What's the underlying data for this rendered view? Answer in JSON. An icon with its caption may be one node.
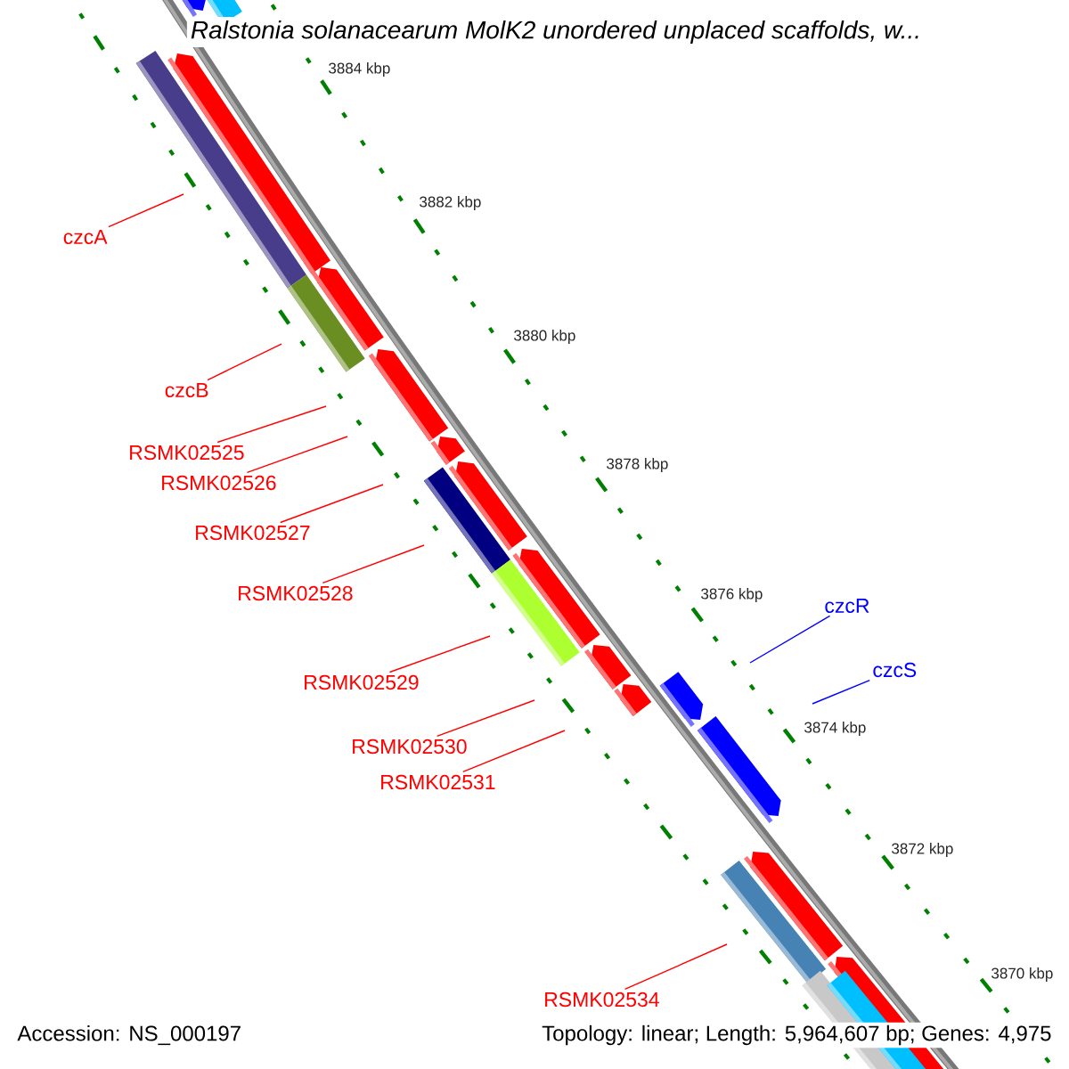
{
  "diagram": {
    "title": "*Ralstonia solanacearum MolK2 unordered unplaced scaffolds, w...*",
    "nodes": [
      {
        "text": [
          "czcA"
        ]
      },
      {
        "text": [
          "czcB"
        ]
      },
      {
        "text": [
          "RSMK02525"
        ]
      },
      {
        "text": [
          "RSMK02526"
        ]
      },
      {
        "text": [
          "RSMK02527"
        ]
      },
      {
        "text": [
          "RSMK02528"
        ]
      },
      {
        "text": [
          "RSMK02529"
        ]
      },
      {
        "text": [
          "RSMK02530"
        ]
      },
      {
        "text": [
          "RSMK02531"
        ]
      },
      {
        "text": [
          "RSMK02534"
        ]
      },
      {
        "text": [
          "czcR"
        ]
      },
      {
        "text": [
          "czcS"
        ]
      }
    ],
    "edges": [
      {
        "from": 0,
        "to": null,
        "arrow": "none"
      },
      {
        "from": 1,
        "to": null,
        "arrow": "none"
      },
      {
        "from": 2,
        "to": null,
        "arrow": "none"
      },
      {
        "from": 3,
        "to": null,
        "arrow": "none"
      },
      {
        "from": 4,
        "to": null,
        "arrow": "none"
      },
      {
        "from": 5,
        "to": null,
        "arrow": "none"
      },
      {
        "from": 6,
        "to": null,
        "arrow": "none"
      },
      {
        "from": 7,
        "to": null,
        "arrow": "none"
      },
      {
        "from": 8,
        "to": null,
        "arrow": "none"
      },
      {
        "from": 9,
        "to": null,
        "arrow": "none"
      },
      {
        "from": 10,
        "to": null,
        "arrow": "none",
        "color": "#0000ff"
      },
      {
        "from": 11,
        "to": null,
        "arrow": "none",
        "color": "#0000ff"
      }
    ],
    "labels": [
      "3884 kbp",
      "3882 kbp",
      "3880 kbp",
      "3878 kbp",
      "3876 kbp",
      "3874 kbp",
      "3872 kbp",
      "3870 kbp",
      "Accession: NS_000197",
      "Topology: linear; Length: 5,964,607 bp; Genes: 4,975"
    ]
  }
}
